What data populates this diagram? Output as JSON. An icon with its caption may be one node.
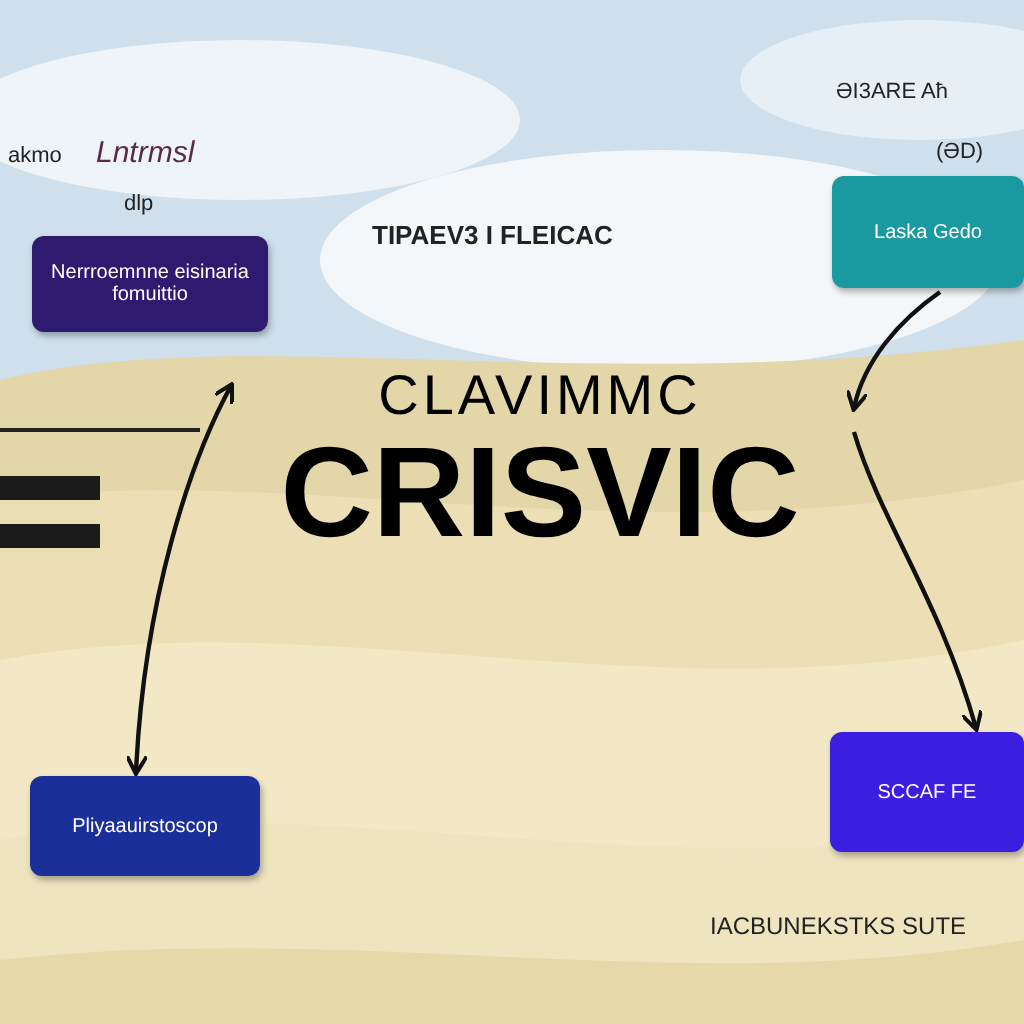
{
  "diagram": {
    "nodes": [
      {
        "text": [
          "Nerrroemnne eisinaria fomuittio"
        ]
      },
      {
        "text": [
          "Laska Gedo"
        ]
      },
      {
        "text": [
          "Pliyaauirstoscop"
        ]
      },
      {
        "text": [
          "SCCAF FE"
        ]
      },
      {
        "text": [
          "CLAVIMMC",
          "CRISVIC"
        ]
      }
    ],
    "edges": [
      {
        "from": 4,
        "to": 2,
        "arrow": "both"
      },
      {
        "from": 1,
        "to": 4,
        "arrow": "to"
      },
      {
        "from": 4,
        "to": 3,
        "arrow": "to"
      }
    ],
    "labels": [
      "akmo",
      "Lntrmsl",
      "ƏI3ARE Aħ",
      "dlp",
      "(ƏD)",
      "TIPAEV3 I FLEICAC",
      "IACBUNEKSTKS SUTE"
    ]
  }
}
